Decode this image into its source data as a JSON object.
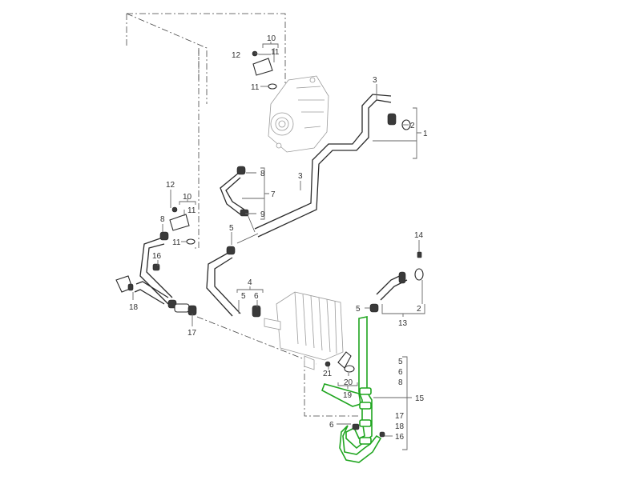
{
  "diagram": {
    "title": "Coolant hoses / alternator & oil cooler exploded view",
    "highlight_color": "#1fa51f",
    "line_color": "#2a2a2a",
    "callouts": [
      {
        "id": "c10a",
        "text": "10"
      },
      {
        "id": "c11a",
        "text": "11"
      },
      {
        "id": "c12a",
        "text": "12"
      },
      {
        "id": "c11b",
        "text": "11"
      },
      {
        "id": "c3a",
        "text": "3"
      },
      {
        "id": "c2a",
        "text": "2"
      },
      {
        "id": "c1",
        "text": "1"
      },
      {
        "id": "c8a",
        "text": "8"
      },
      {
        "id": "c7",
        "text": "7"
      },
      {
        "id": "c9",
        "text": "9"
      },
      {
        "id": "c3b",
        "text": "3"
      },
      {
        "id": "c12b",
        "text": "12"
      },
      {
        "id": "c10b",
        "text": "10"
      },
      {
        "id": "c11c",
        "text": "11"
      },
      {
        "id": "c8b",
        "text": "8"
      },
      {
        "id": "c11d",
        "text": "11"
      },
      {
        "id": "c5a",
        "text": "5"
      },
      {
        "id": "c16a",
        "text": "16"
      },
      {
        "id": "c18",
        "text": "18"
      },
      {
        "id": "c17",
        "text": "17"
      },
      {
        "id": "c4",
        "text": "4"
      },
      {
        "id": "c5b",
        "text": "5"
      },
      {
        "id": "c6a",
        "text": "6"
      },
      {
        "id": "c14",
        "text": "14"
      },
      {
        "id": "c5c",
        "text": "5"
      },
      {
        "id": "c2b",
        "text": "2"
      },
      {
        "id": "c13",
        "text": "13"
      },
      {
        "id": "c21",
        "text": "21"
      },
      {
        "id": "c20",
        "text": "20"
      },
      {
        "id": "c19",
        "text": "19"
      },
      {
        "id": "c6b",
        "text": "6"
      },
      {
        "id": "c15",
        "text": "15"
      }
    ],
    "group_15_list": [
      "5",
      "6",
      "8",
      "17",
      "18",
      "16"
    ]
  }
}
